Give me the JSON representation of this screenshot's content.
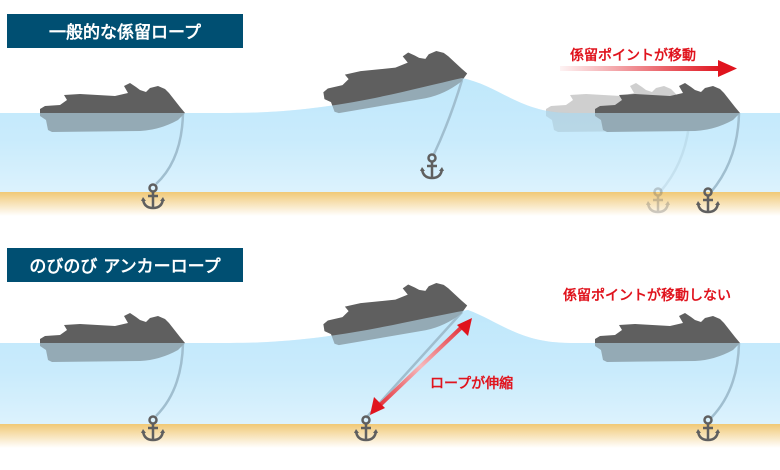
{
  "panel_top": {
    "title": "一般的な係留ロープ",
    "annotation": "係留ポイントが移動"
  },
  "panel_bottom": {
    "title": "のびのび アンカーロープ",
    "annotation": "係留ポイントが移動しない",
    "rope_label": "ロープが伸縮"
  },
  "colors": {
    "title_bg": "#004f72",
    "accent_red": "#e0141e",
    "water": "#c0e8fb",
    "sand": "#efc46a",
    "jetski": "#5f5f5f",
    "rope": "#7a8d99"
  },
  "icons": [
    "jetski-icon",
    "anchor-icon",
    "arrow-right-icon",
    "double-arrow-icon"
  ]
}
